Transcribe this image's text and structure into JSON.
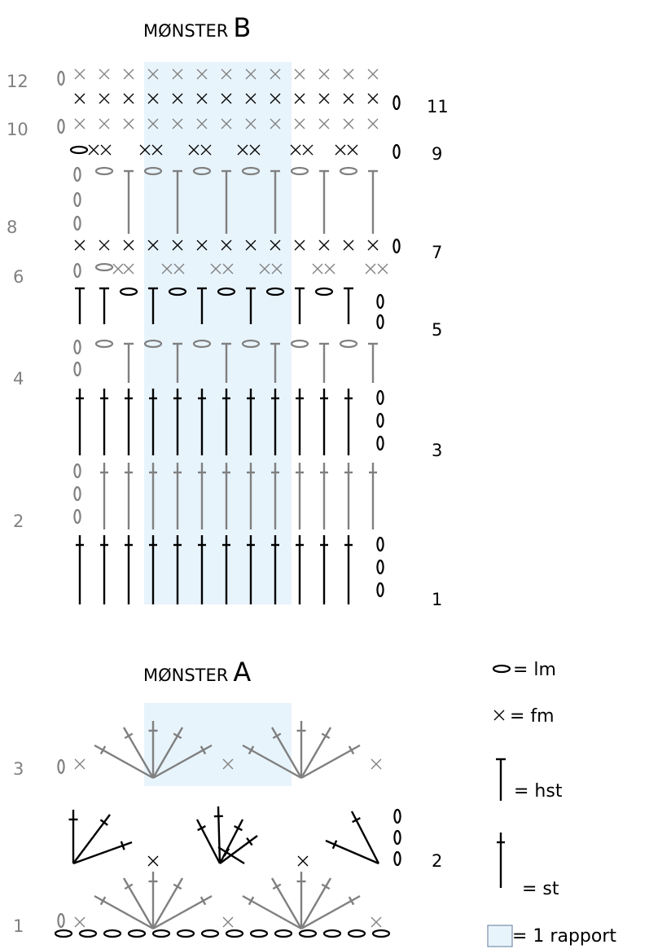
{
  "pattern_b": {
    "title_prefix": "MØNSTER",
    "title_letter": "B",
    "left_rows": [
      "12",
      "10",
      "8",
      "6",
      "4",
      "2"
    ],
    "right_rows": [
      "11",
      "9",
      "7",
      "5",
      "3",
      "1"
    ]
  },
  "pattern_a": {
    "title_prefix": "MØNSTER",
    "title_letter": "A",
    "left_rows": [
      "3",
      "1"
    ],
    "right_rows": [
      "2"
    ]
  },
  "legend": {
    "lm": "= lm",
    "fm": "= fm",
    "hst": "= hst",
    "st": "= st",
    "rapport": "= 1 rapport"
  },
  "colors": {
    "black": "#000000",
    "grey": "#808080",
    "rapport_fill": "#e8f4fc",
    "rapport_stroke": "#7a8fa8"
  }
}
